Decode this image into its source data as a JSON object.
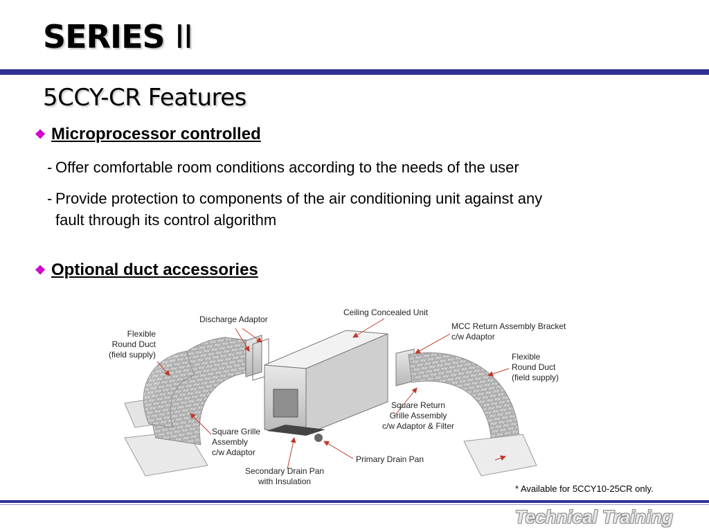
{
  "slide": {
    "title_main": "SERIES",
    "title_numeral": "II",
    "subtitle": "5CCY-CR Features",
    "bullets": [
      {
        "heading": "Microprocessor controlled",
        "lines": [
          "Offer comfortable room conditions according to the needs of the user",
          "Provide protection to components of the air conditioning unit against any"
        ],
        "continuation": "fault through its control algorithm"
      },
      {
        "heading": "Optional duct accessories"
      }
    ],
    "figure_labels": {
      "discharge_adaptor": "Discharge Adaptor",
      "ceiling_unit": "Ceiling Concealed Unit",
      "mcc_bracket_1": "MCC Return Assembly Bracket",
      "mcc_bracket_2": "c/w Adaptor",
      "flex_left_1": "Flexible",
      "flex_left_2": "Round Duct",
      "flex_left_3": "(field supply)",
      "flex_right_1": "Flexible",
      "flex_right_2": "Round Duct",
      "flex_right_3": "(field supply)",
      "square_return_1": "Square Return",
      "square_return_2": "Grille Assembly",
      "square_return_3": "c/w Adaptor & Filter",
      "square_grille_1": "Square Grille",
      "square_grille_2": "Assembly",
      "square_grille_3": "c/w Adaptor",
      "primary_drain": "Primary Drain Pan",
      "secondary_drain_1": "Secondary Drain Pan",
      "secondary_drain_2": "with Insulation"
    },
    "footnote": "* Available for 5CCY10-25CR only.",
    "brand": "Technical Training"
  },
  "colors": {
    "rule": "#2e3192",
    "bullet": "#cc00cc"
  },
  "icons": {
    "bullet": "diamond-bullet-icon"
  }
}
